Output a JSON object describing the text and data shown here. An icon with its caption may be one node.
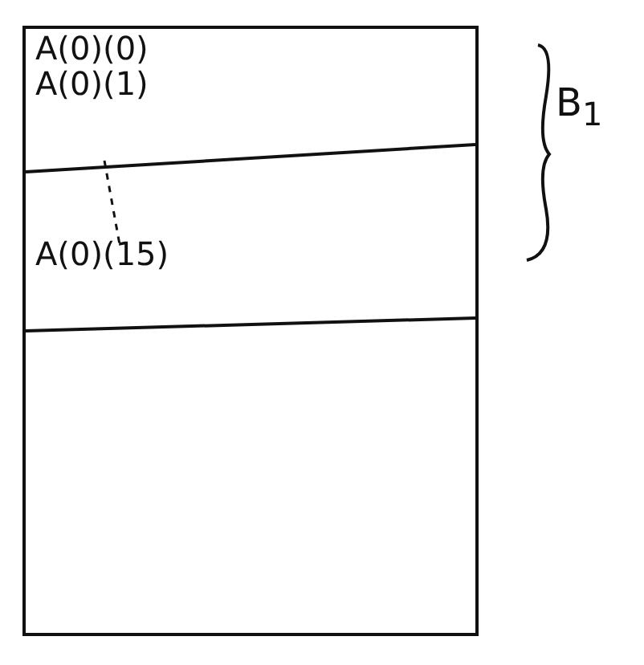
{
  "diagram": {
    "nodes": [
      {
        "text": [
          "A(0)(0)",
          "A(0)(1)",
          "A(0)(15)"
        ]
      }
    ],
    "labels": [
      "B$_{1}$"
    ]
  }
}
